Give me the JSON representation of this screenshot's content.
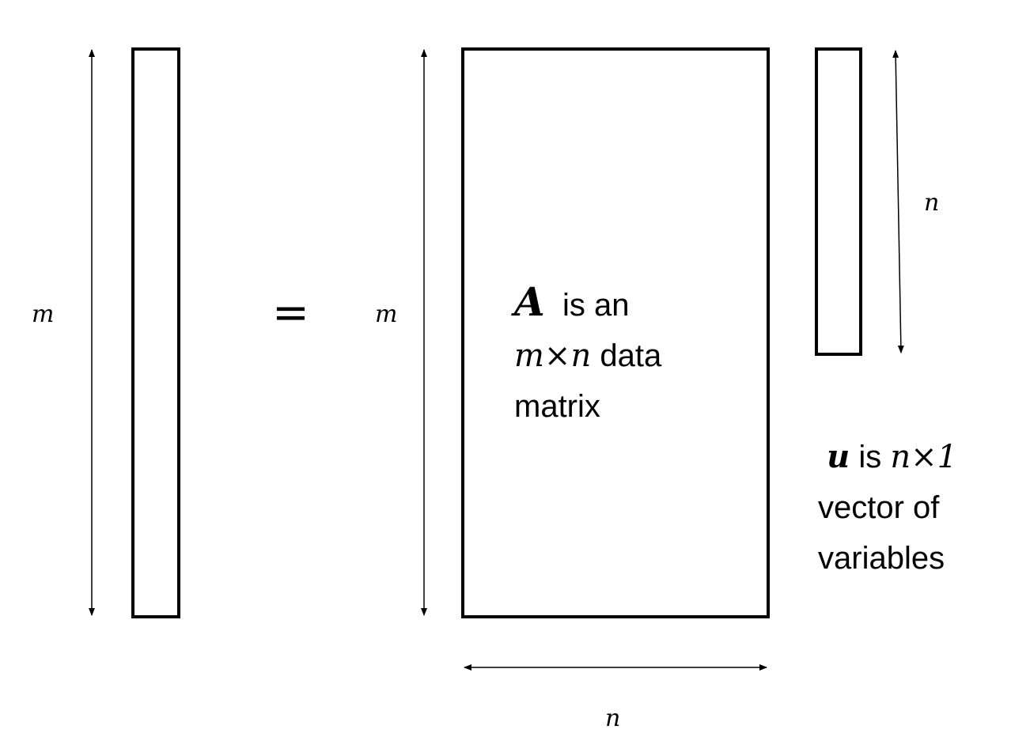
{
  "labels": {
    "m_left": "m",
    "m_mid": "m",
    "n_bottom": "n",
    "n_right": "n",
    "equals": "="
  },
  "matrix_A": {
    "symbol": "A",
    "text_1": "is an",
    "dims": "m×n",
    "text_2": "data",
    "text_3": "matrix"
  },
  "vector_u": {
    "symbol": "u",
    "text_1": "is",
    "dims": "n×1",
    "text_2": "vector of",
    "text_3": "variables"
  }
}
